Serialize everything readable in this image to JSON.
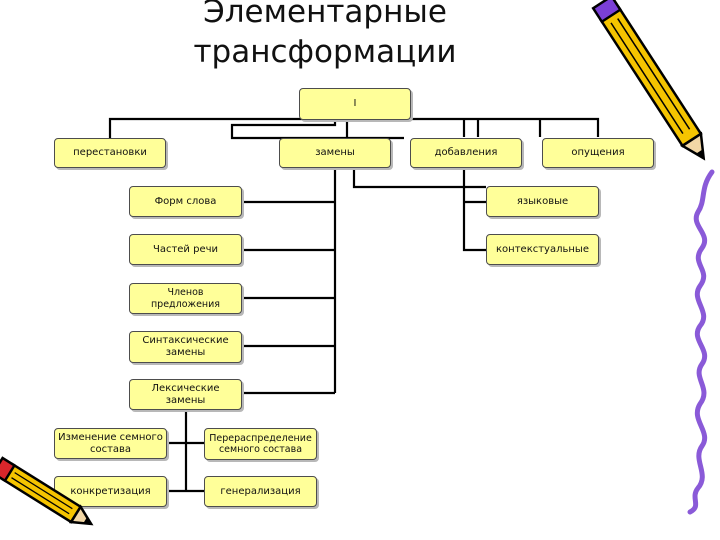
{
  "title": "Элементарные трансформации",
  "nodes": {
    "root": "I",
    "permutations": "перестановки",
    "replacements": "замены",
    "additions": "добавления",
    "omissions": "опущения",
    "word_form": "Форм слова",
    "parts_of_speech": "Частей речи",
    "sentence_members": "Членов предложения",
    "syntactic": "Синтаксические замены",
    "lexical": "Лексические замены",
    "linguistic": "языковые",
    "contextual": "контекстуальные",
    "seme_change": "Изменение семного состава",
    "seme_redistribution": "Перераспределение семного состава",
    "concretization": "конкретизация",
    "generalization": "генерализация"
  },
  "colors": {
    "box_fill": "#ffff99",
    "box_border": "#4d4d4d",
    "connector": "#000000",
    "pencil_body": "#f5c400",
    "pencil_accent": "#7b3fd6",
    "squiggle": "#8a5ad8"
  },
  "icons": {
    "top_right": "pencil-icon",
    "bottom_left": "pencil-icon",
    "right_edge": "squiggle-line"
  }
}
